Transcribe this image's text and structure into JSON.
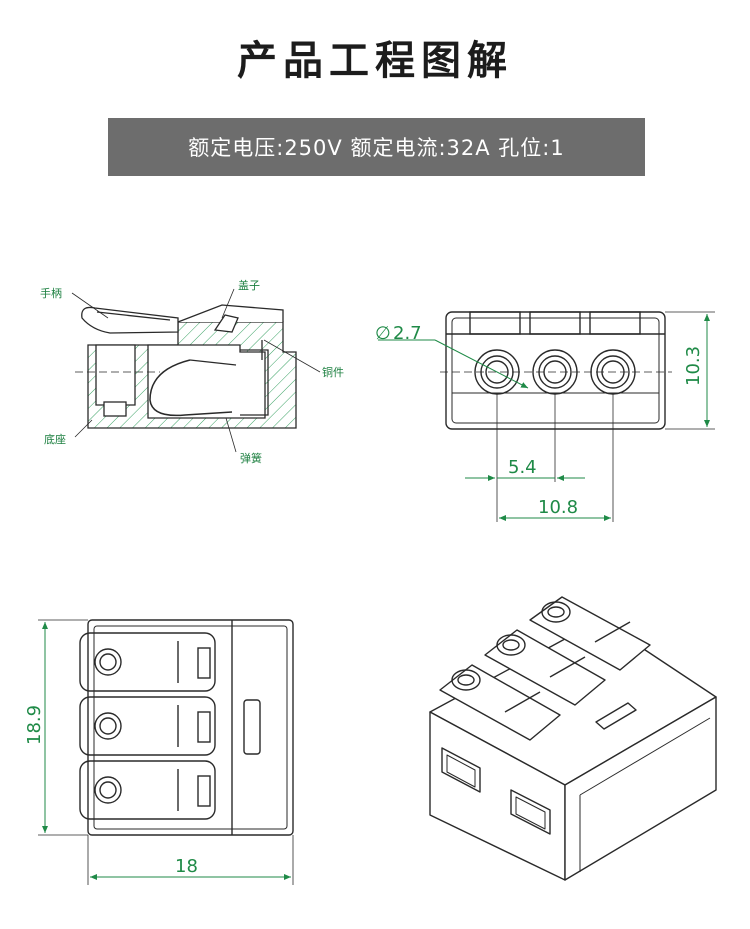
{
  "title": "产品工程图解",
  "spec": "额定电压:250V 额定电流:32A 孔位:1",
  "labels": {
    "handle": "手柄",
    "cover": "盖子",
    "copper": "铜件",
    "base": "底座",
    "spring": "弹簧"
  },
  "dimensions": {
    "hole_diameter": "2.7",
    "height": "10.3",
    "pitch": "5.4",
    "span": "10.8",
    "length": "18.9",
    "width": "18"
  },
  "colors": {
    "line": "#2a2a2a",
    "dimension": "#1f8a47",
    "hatch": "#3aa264",
    "bar": "#6d6d6d"
  }
}
